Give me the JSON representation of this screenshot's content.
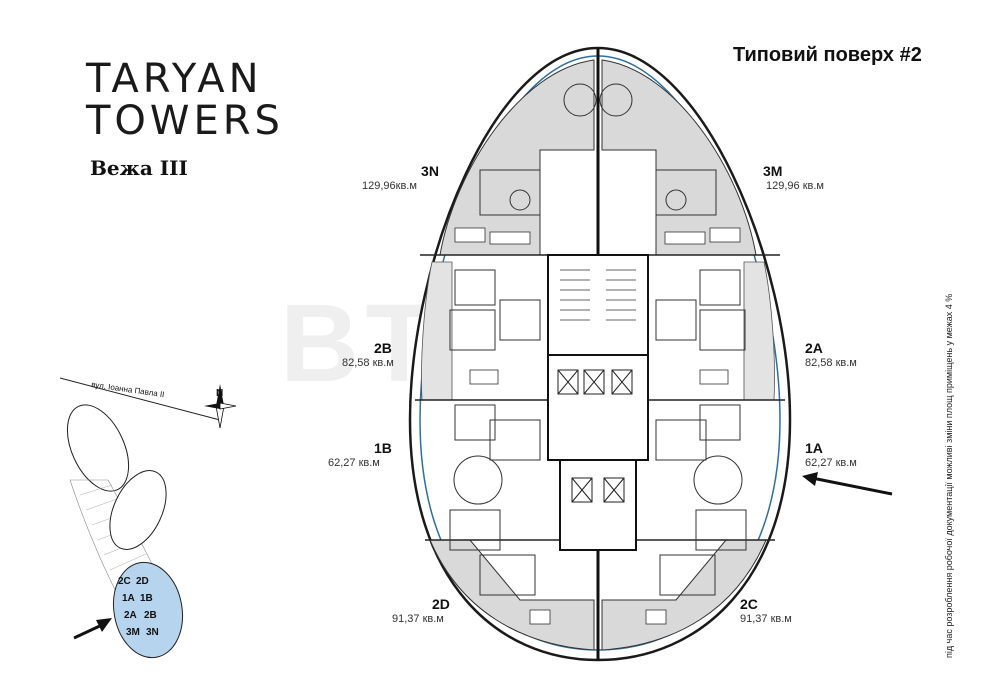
{
  "brand": {
    "line1": "TARYAN",
    "line2": "TOWERS"
  },
  "tower_label": "Вежа III",
  "floor_title": "Типовий поверх #2",
  "units": [
    {
      "code": "3N",
      "area": "129,96кв.м"
    },
    {
      "code": "3M",
      "area": "129,96 кв.м"
    },
    {
      "code": "2B",
      "area": "82,58 кв.м"
    },
    {
      "code": "2A",
      "area": "82,58 кв.м"
    },
    {
      "code": "1B",
      "area": "62,27 кв.м"
    },
    {
      "code": "1A",
      "area": "62,27 кв.м"
    },
    {
      "code": "2D",
      "area": "91,37 кв.м"
    },
    {
      "code": "2C",
      "area": "91,37 кв.м"
    }
  ],
  "compass": {
    "north": "N"
  },
  "street": "вул. Іоанна Павла ІІ",
  "mini_map_labels": [
    "2C",
    "2D",
    "1A",
    "1B",
    "2A",
    "2B",
    "3M",
    "3N"
  ],
  "side_note": "під час розроблення робочої документації можливі зміни площ приміщень у межах 4 %",
  "watermark": "BTB",
  "colors": {
    "shade": "#d9d9d9",
    "glass": "#2d6f9e",
    "mini_highlight": "#b7d4ef"
  }
}
